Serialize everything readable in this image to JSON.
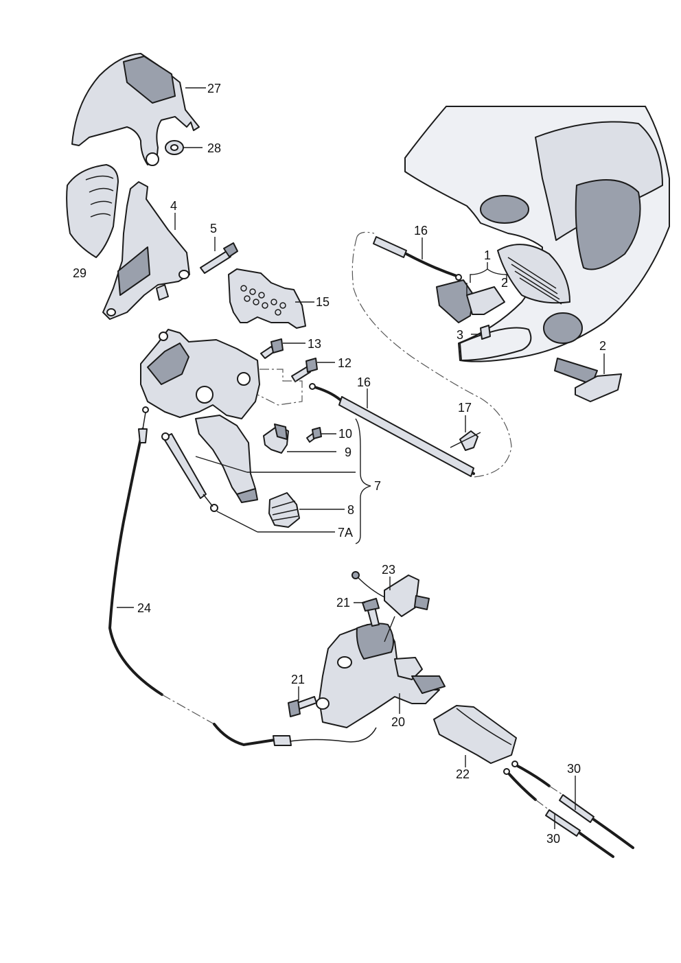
{
  "callouts": {
    "c1": "1",
    "c2a": "2",
    "c2b": "2",
    "c3": "3",
    "c4": "4",
    "c5": "5",
    "c7": "7",
    "c7a": "7A",
    "c8": "8",
    "c9": "9",
    "c10": "10",
    "c12": "12",
    "c13": "13",
    "c15": "15",
    "c16a": "16",
    "c16b": "16",
    "c17": "17",
    "c20": "20",
    "c21a": "21",
    "c21b": "21",
    "c22": "22",
    "c23": "23",
    "c24": "24",
    "c27": "27",
    "c28": "28",
    "c29": "29",
    "c30a": "30",
    "c30b": "30"
  },
  "colors": {
    "line": "#1b1b1b",
    "part_fill": "#dcdfe6",
    "part_dark": "#9aa0ac"
  }
}
